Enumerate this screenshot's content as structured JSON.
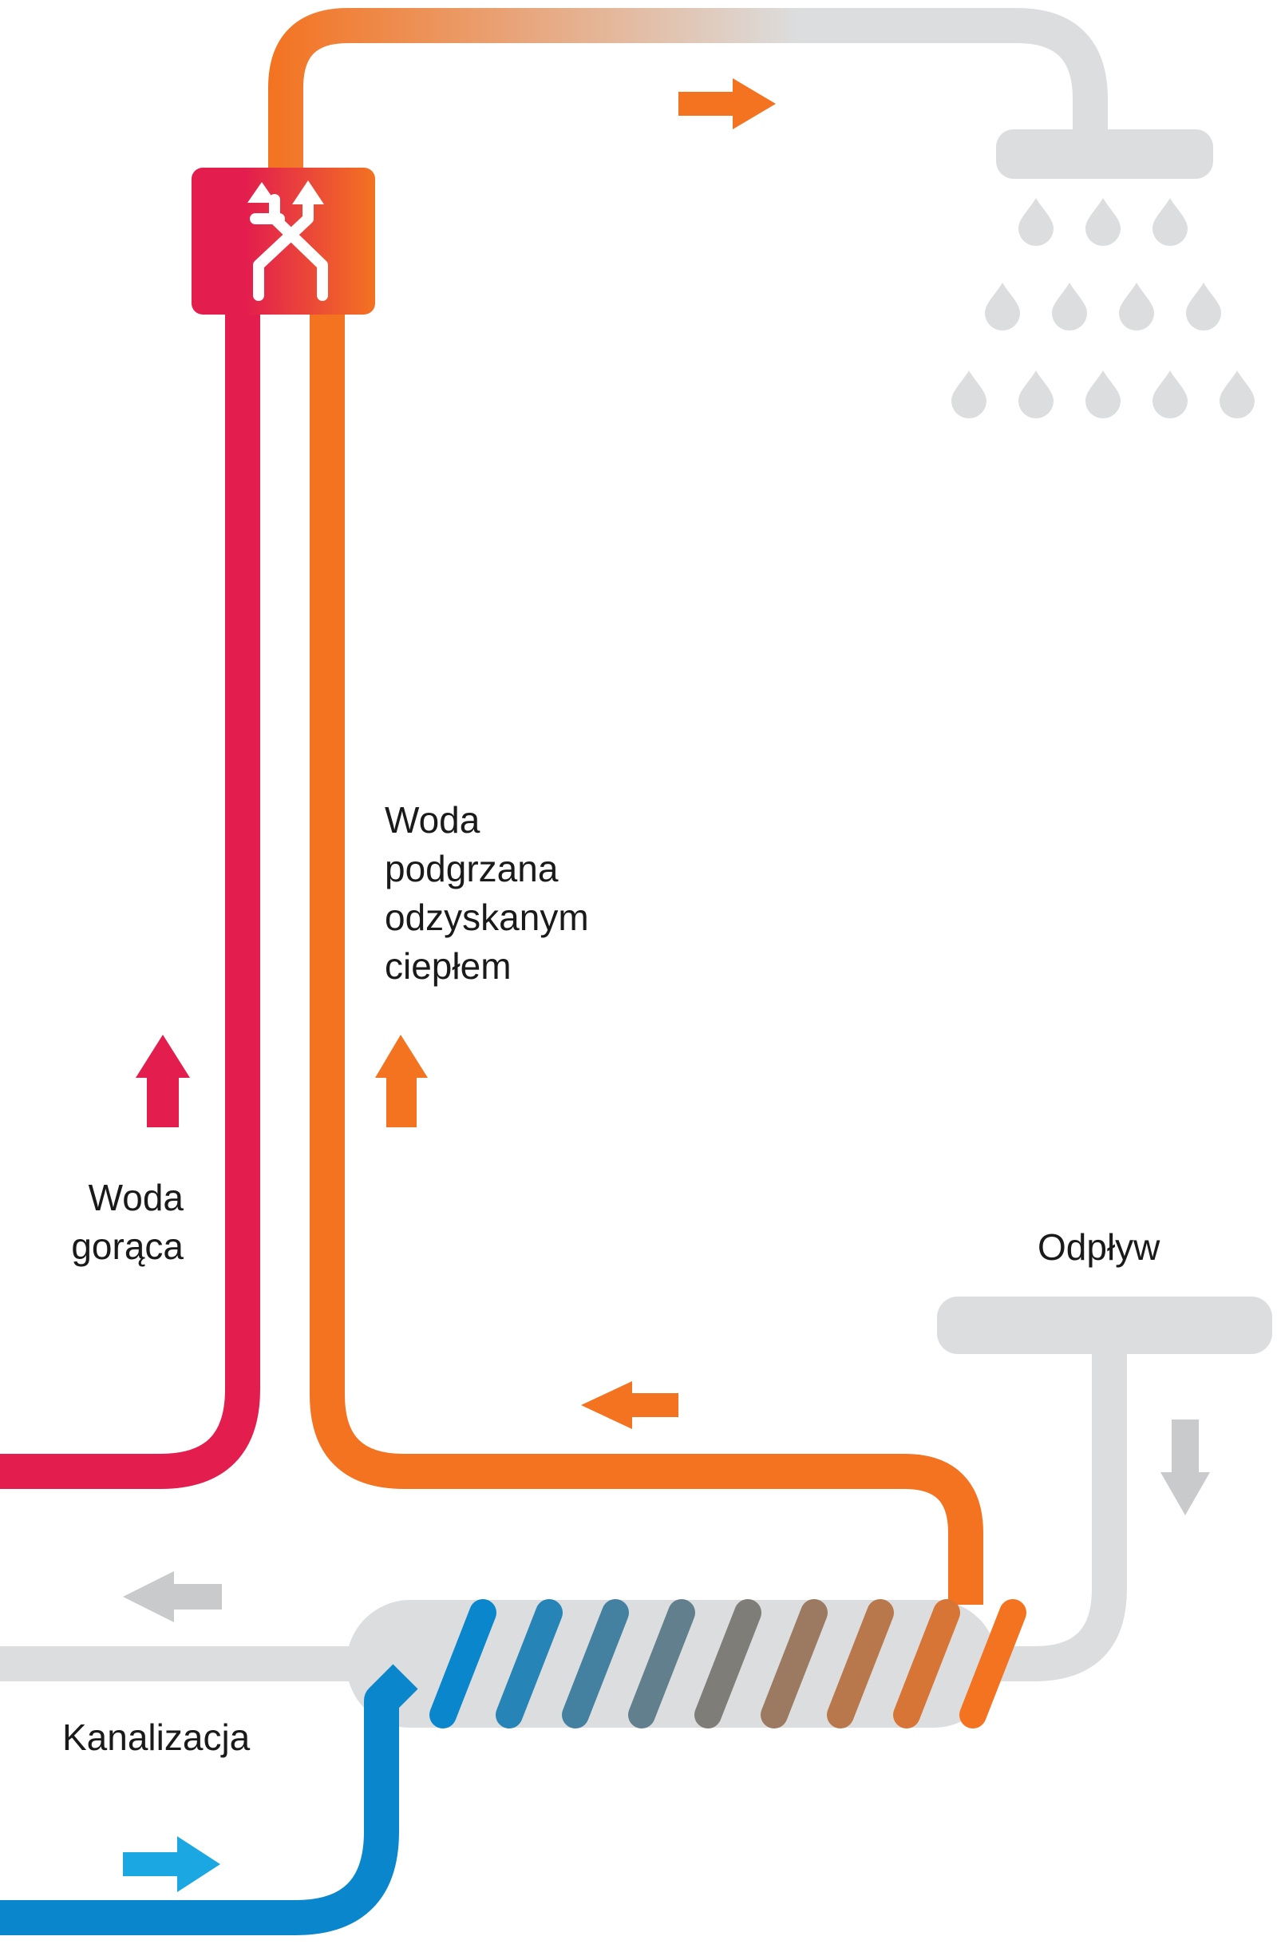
{
  "labels": {
    "recovered_water": [
      "Woda",
      "podgrzana",
      "odzyskanym",
      "ciepłem"
    ],
    "hot_water": [
      "Woda",
      "gorąca"
    ],
    "drain": "Odpływ",
    "sewer": "Kanalizacja"
  },
  "icons": {
    "mixer": "mixing-valve-icon",
    "shower": "shower-head-icon",
    "sink": "sink-icon"
  },
  "colors": {
    "hot": "#E31E4E",
    "warm": "#F37321",
    "cold": "#0A86CC",
    "cold_arrow": "#1BA7E2",
    "grey": "#DCDDDE",
    "arrow_grey": "#C9CACC",
    "text": "#1a1a1a"
  }
}
